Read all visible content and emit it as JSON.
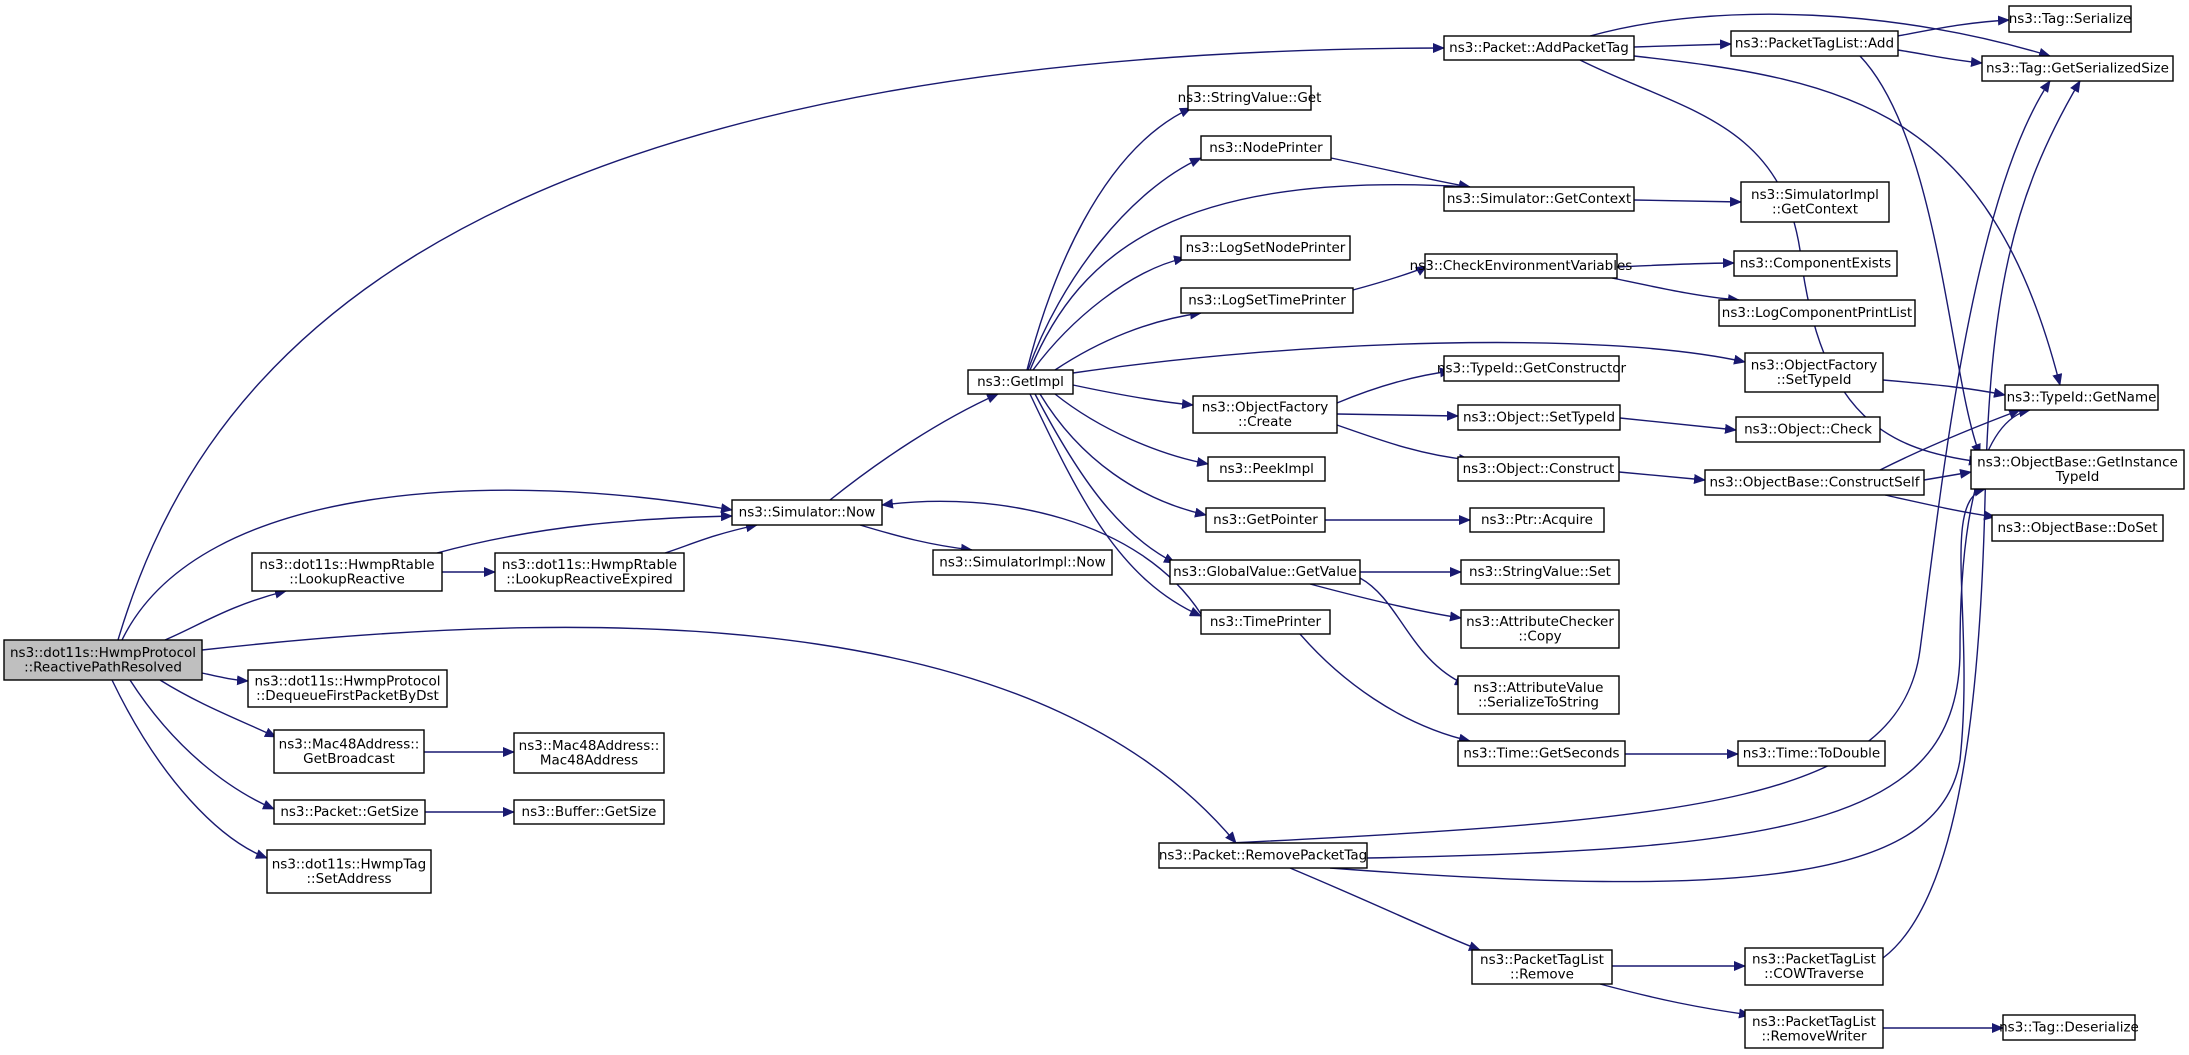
{
  "colors": {
    "edge": "#191970",
    "box_border": "#000000",
    "box_fill": "#ffffff",
    "root_fill": "#bfbfbf",
    "truncated_border": "#ff0000"
  },
  "nodes": [
    {
      "id": "root",
      "lines": [
        "ns3::dot11s::HwmpProtocol",
        "::ReactivePathResolved"
      ],
      "style": "root"
    },
    {
      "id": "lookup_reactive",
      "lines": [
        "ns3::dot11s::HwmpRtable",
        "::LookupReactive"
      ],
      "style": "normal"
    },
    {
      "id": "lookup_reactive_expired",
      "lines": [
        "ns3::dot11s::HwmpRtable",
        "::LookupReactiveExpired"
      ],
      "style": "normal"
    },
    {
      "id": "dequeue",
      "lines": [
        "ns3::dot11s::HwmpProtocol",
        "::DequeueFirstPacketByDst"
      ],
      "style": "normal"
    },
    {
      "id": "mac_getbroadcast",
      "lines": [
        "ns3::Mac48Address::",
        "GetBroadcast"
      ],
      "style": "normal"
    },
    {
      "id": "mac_ctor",
      "lines": [
        "ns3::Mac48Address::",
        "Mac48Address"
      ],
      "style": "normal"
    },
    {
      "id": "packet_getsize",
      "lines": [
        "ns3::Packet::GetSize"
      ],
      "style": "normal"
    },
    {
      "id": "buffer_getsize",
      "lines": [
        "ns3::Buffer::GetSize"
      ],
      "style": "normal"
    },
    {
      "id": "hwmptag_setaddress",
      "lines": [
        "ns3::dot11s::HwmpTag",
        "::SetAddress"
      ],
      "style": "normal"
    },
    {
      "id": "sim_now",
      "lines": [
        "ns3::Simulator::Now"
      ],
      "style": "normal"
    },
    {
      "id": "simimpl_now",
      "lines": [
        "ns3::SimulatorImpl::Now"
      ],
      "style": "normal"
    },
    {
      "id": "getimpl",
      "lines": [
        "ns3::GetImpl"
      ],
      "style": "normal"
    },
    {
      "id": "stringvalue_get",
      "lines": [
        "ns3::StringValue::Get"
      ],
      "style": "normal"
    },
    {
      "id": "nodeprinter",
      "lines": [
        "ns3::NodePrinter"
      ],
      "style": "normal"
    },
    {
      "id": "logsetnodeprinter",
      "lines": [
        "ns3::LogSetNodePrinter"
      ],
      "style": "normal"
    },
    {
      "id": "logsettimeprinter",
      "lines": [
        "ns3::LogSetTimePrinter"
      ],
      "style": "normal"
    },
    {
      "id": "objectfactory_create",
      "lines": [
        "ns3::ObjectFactory",
        "::Create"
      ],
      "style": "normal"
    },
    {
      "id": "peekimpl",
      "lines": [
        "ns3::PeekImpl"
      ],
      "style": "normal"
    },
    {
      "id": "getpointer",
      "lines": [
        "ns3::GetPointer"
      ],
      "style": "normal"
    },
    {
      "id": "globalvalue_getvalue",
      "lines": [
        "ns3::GlobalValue::GetValue"
      ],
      "style": "normal"
    },
    {
      "id": "timeprinter",
      "lines": [
        "ns3::TimePrinter"
      ],
      "style": "normal"
    },
    {
      "id": "addpackettag",
      "lines": [
        "ns3::Packet::AddPacketTag"
      ],
      "style": "normal"
    },
    {
      "id": "sim_getcontext",
      "lines": [
        "ns3::Simulator::GetContext"
      ],
      "style": "normal"
    },
    {
      "id": "checkenv",
      "lines": [
        "ns3::CheckEnvironmentVariables"
      ],
      "style": "normal"
    },
    {
      "id": "typeid_getconstructor",
      "lines": [
        "ns3::TypeId::GetConstructor"
      ],
      "style": "normal"
    },
    {
      "id": "object_settypeid",
      "lines": [
        "ns3::Object::SetTypeId"
      ],
      "style": "normal"
    },
    {
      "id": "object_construct",
      "lines": [
        "ns3::Object::Construct"
      ],
      "style": "normal"
    },
    {
      "id": "ptr_acquire",
      "lines": [
        "ns3::Ptr::Acquire"
      ],
      "style": "normal"
    },
    {
      "id": "stringvalue_set",
      "lines": [
        "ns3::StringValue::Set"
      ],
      "style": "normal"
    },
    {
      "id": "attrchecker_copy",
      "lines": [
        "ns3::AttributeChecker",
        "::Copy"
      ],
      "style": "normal"
    },
    {
      "id": "attrvalue_serialize",
      "lines": [
        "ns3::AttributeValue",
        "::SerializeToString"
      ],
      "style": "normal"
    },
    {
      "id": "time_getseconds",
      "lines": [
        "ns3::Time::GetSeconds"
      ],
      "style": "normal"
    },
    {
      "id": "removepackettag",
      "lines": [
        "ns3::Packet::RemovePacketTag"
      ],
      "style": "normal"
    },
    {
      "id": "ptl_remove",
      "lines": [
        "ns3::PacketTagList",
        "::Remove"
      ],
      "style": "normal"
    },
    {
      "id": "ptl_add",
      "lines": [
        "ns3::PacketTagList::Add"
      ],
      "style": "normal"
    },
    {
      "id": "simimpl_getcontext",
      "lines": [
        "ns3::SimulatorImpl",
        "::GetContext"
      ],
      "style": "normal"
    },
    {
      "id": "componentexists",
      "lines": [
        "ns3::ComponentExists"
      ],
      "style": "truncated"
    },
    {
      "id": "logcomponentprintlist",
      "lines": [
        "ns3::LogComponentPrintList"
      ],
      "style": "truncated"
    },
    {
      "id": "objectfactory_settypeid",
      "lines": [
        "ns3::ObjectFactory",
        "::SetTypeId"
      ],
      "style": "normal"
    },
    {
      "id": "object_check",
      "lines": [
        "ns3::Object::Check"
      ],
      "style": "truncated"
    },
    {
      "id": "objectbase_constructself",
      "lines": [
        "ns3::ObjectBase::ConstructSelf"
      ],
      "style": "truncated"
    },
    {
      "id": "time_todouble",
      "lines": [
        "ns3::Time::ToDouble"
      ],
      "style": "truncated"
    },
    {
      "id": "ptl_cowtraverse",
      "lines": [
        "ns3::PacketTagList",
        "::COWTraverse"
      ],
      "style": "normal"
    },
    {
      "id": "ptl_removewriter",
      "lines": [
        "ns3::PacketTagList",
        "::RemoveWriter"
      ],
      "style": "normal"
    },
    {
      "id": "tag_serialize",
      "lines": [
        "ns3::Tag::Serialize"
      ],
      "style": "normal"
    },
    {
      "id": "tag_getserializedsize",
      "lines": [
        "ns3::Tag::GetSerializedSize"
      ],
      "style": "normal"
    },
    {
      "id": "typeid_getname",
      "lines": [
        "ns3::TypeId::GetName"
      ],
      "style": "normal"
    },
    {
      "id": "objectbase_getinstancetypeid",
      "lines": [
        "ns3::ObjectBase::GetInstance",
        "TypeId"
      ],
      "style": "normal"
    },
    {
      "id": "objectbase_doset",
      "lines": [
        "ns3::ObjectBase::DoSet"
      ],
      "style": "truncated"
    },
    {
      "id": "tag_deserialize",
      "lines": [
        "ns3::Tag::Deserialize"
      ],
      "style": "normal"
    }
  ]
}
